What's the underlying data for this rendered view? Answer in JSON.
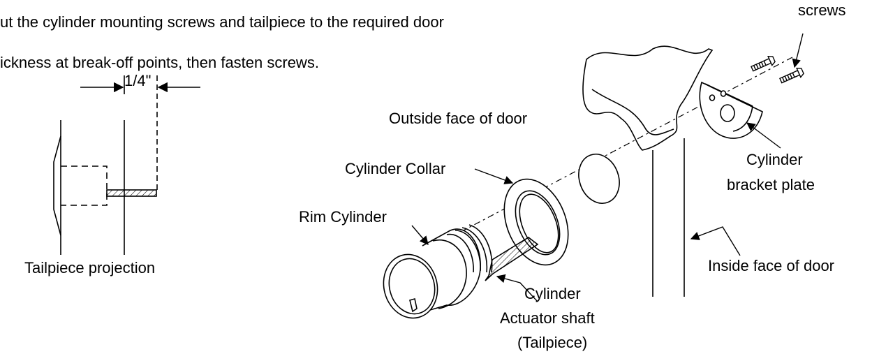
{
  "instructions": {
    "line1": "ut the cylinder mounting screws and tailpiece to the required door",
    "line2": "ickness at break-off points, then fasten screws."
  },
  "labels": {
    "screws": "screws",
    "dimension": "1/4\"",
    "tailpiece_projection": "Tailpiece projection",
    "outside_face": "Outside face of door",
    "cylinder_collar": "Cylinder Collar",
    "rim_cylinder": "Rim Cylinder",
    "cylinder_bracket_plate_1": "Cylinder",
    "cylinder_bracket_plate_2": "bracket plate",
    "inside_face": "Inside face of door",
    "actuator_1": "Cylinder",
    "actuator_2": "Actuator shaft",
    "actuator_3": "(Tailpiece)"
  },
  "colors": {
    "stroke": "#000000",
    "background": "#ffffff"
  }
}
